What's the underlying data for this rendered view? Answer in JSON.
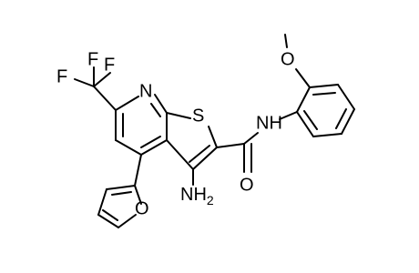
{
  "molecule": {
    "atom_labels": {
      "f_top": "F",
      "f_left": "F",
      "f_right": "F",
      "n_ring": "N",
      "s_ring": "S",
      "o_methoxy": "O",
      "nh": "NH",
      "o_carbonyl": "O",
      "nh2_n": "NH",
      "nh2_sub": "2",
      "o_furan": "O"
    }
  }
}
